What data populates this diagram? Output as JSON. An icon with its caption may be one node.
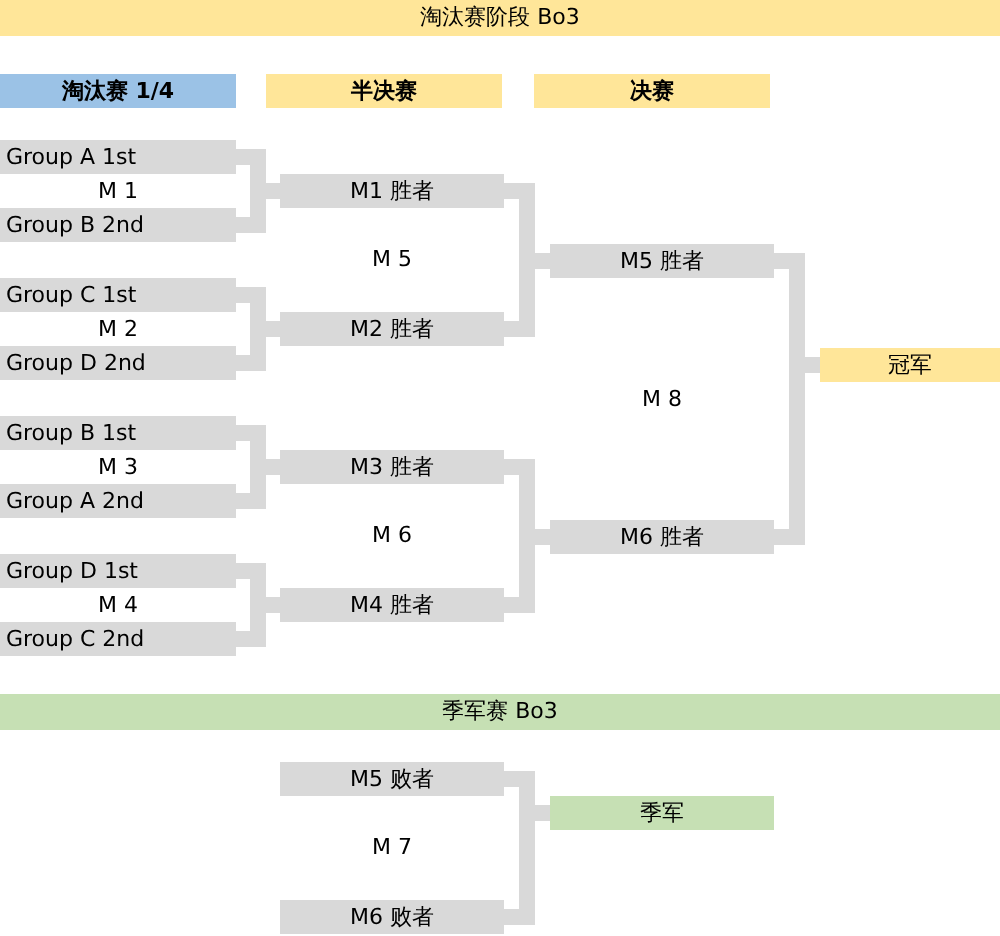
{
  "diagram": {
    "nodes": [
      {
        "text": [
          "淘汰赛阶段 Bo3"
        ]
      },
      {
        "text": [
          "淘汰赛 1/4"
        ]
      },
      {
        "text": [
          "半决赛"
        ]
      },
      {
        "text": [
          "决赛"
        ]
      },
      {
        "text": [
          "Group A 1st"
        ]
      },
      {
        "text": [
          "Group B 2nd"
        ]
      },
      {
        "text": [
          "Group C 1st"
        ]
      },
      {
        "text": [
          "Group D 2nd"
        ]
      },
      {
        "text": [
          "Group B 1st"
        ]
      },
      {
        "text": [
          "Group A 2nd"
        ]
      },
      {
        "text": [
          "Group D 1st"
        ]
      },
      {
        "text": [
          "Group C 2nd"
        ]
      },
      {
        "text": [
          "M1 胜者"
        ]
      },
      {
        "text": [
          "M2 胜者"
        ]
      },
      {
        "text": [
          "M3 胜者"
        ]
      },
      {
        "text": [
          "M4 胜者"
        ]
      },
      {
        "text": [
          "M5 胜者"
        ]
      },
      {
        "text": [
          "M6 胜者"
        ]
      },
      {
        "text": [
          "冠军"
        ]
      },
      {
        "text": [
          "季军赛 Bo3"
        ]
      },
      {
        "text": [
          "M5 败者"
        ]
      },
      {
        "text": [
          "M6 败者"
        ]
      },
      {
        "text": [
          "季军"
        ]
      }
    ],
    "edges": [
      {
        "from": 4,
        "to": 12,
        "arrow": "none"
      },
      {
        "from": 5,
        "to": 12,
        "arrow": "none"
      },
      {
        "from": 6,
        "to": 13,
        "arrow": "none"
      },
      {
        "from": 7,
        "to": 13,
        "arrow": "none"
      },
      {
        "from": 8,
        "to": 14,
        "arrow": "none"
      },
      {
        "from": 9,
        "to": 14,
        "arrow": "none"
      },
      {
        "from": 10,
        "to": 15,
        "arrow": "none"
      },
      {
        "from": 11,
        "to": 15,
        "arrow": "none"
      },
      {
        "from": 12,
        "to": 16,
        "arrow": "none"
      },
      {
        "from": 13,
        "to": 16,
        "arrow": "none"
      },
      {
        "from": 14,
        "to": 17,
        "arrow": "none"
      },
      {
        "from": 15,
        "to": 17,
        "arrow": "none"
      },
      {
        "from": 16,
        "to": 18,
        "arrow": "none"
      },
      {
        "from": 17,
        "to": 18,
        "arrow": "none"
      },
      {
        "from": 20,
        "to": 22,
        "arrow": "none"
      },
      {
        "from": 21,
        "to": 22,
        "arrow": "none"
      }
    ],
    "labels": [
      "M 1",
      "M 2",
      "M 3",
      "M 4",
      "M 5",
      "M 6",
      "M 8",
      "M 7"
    ]
  }
}
